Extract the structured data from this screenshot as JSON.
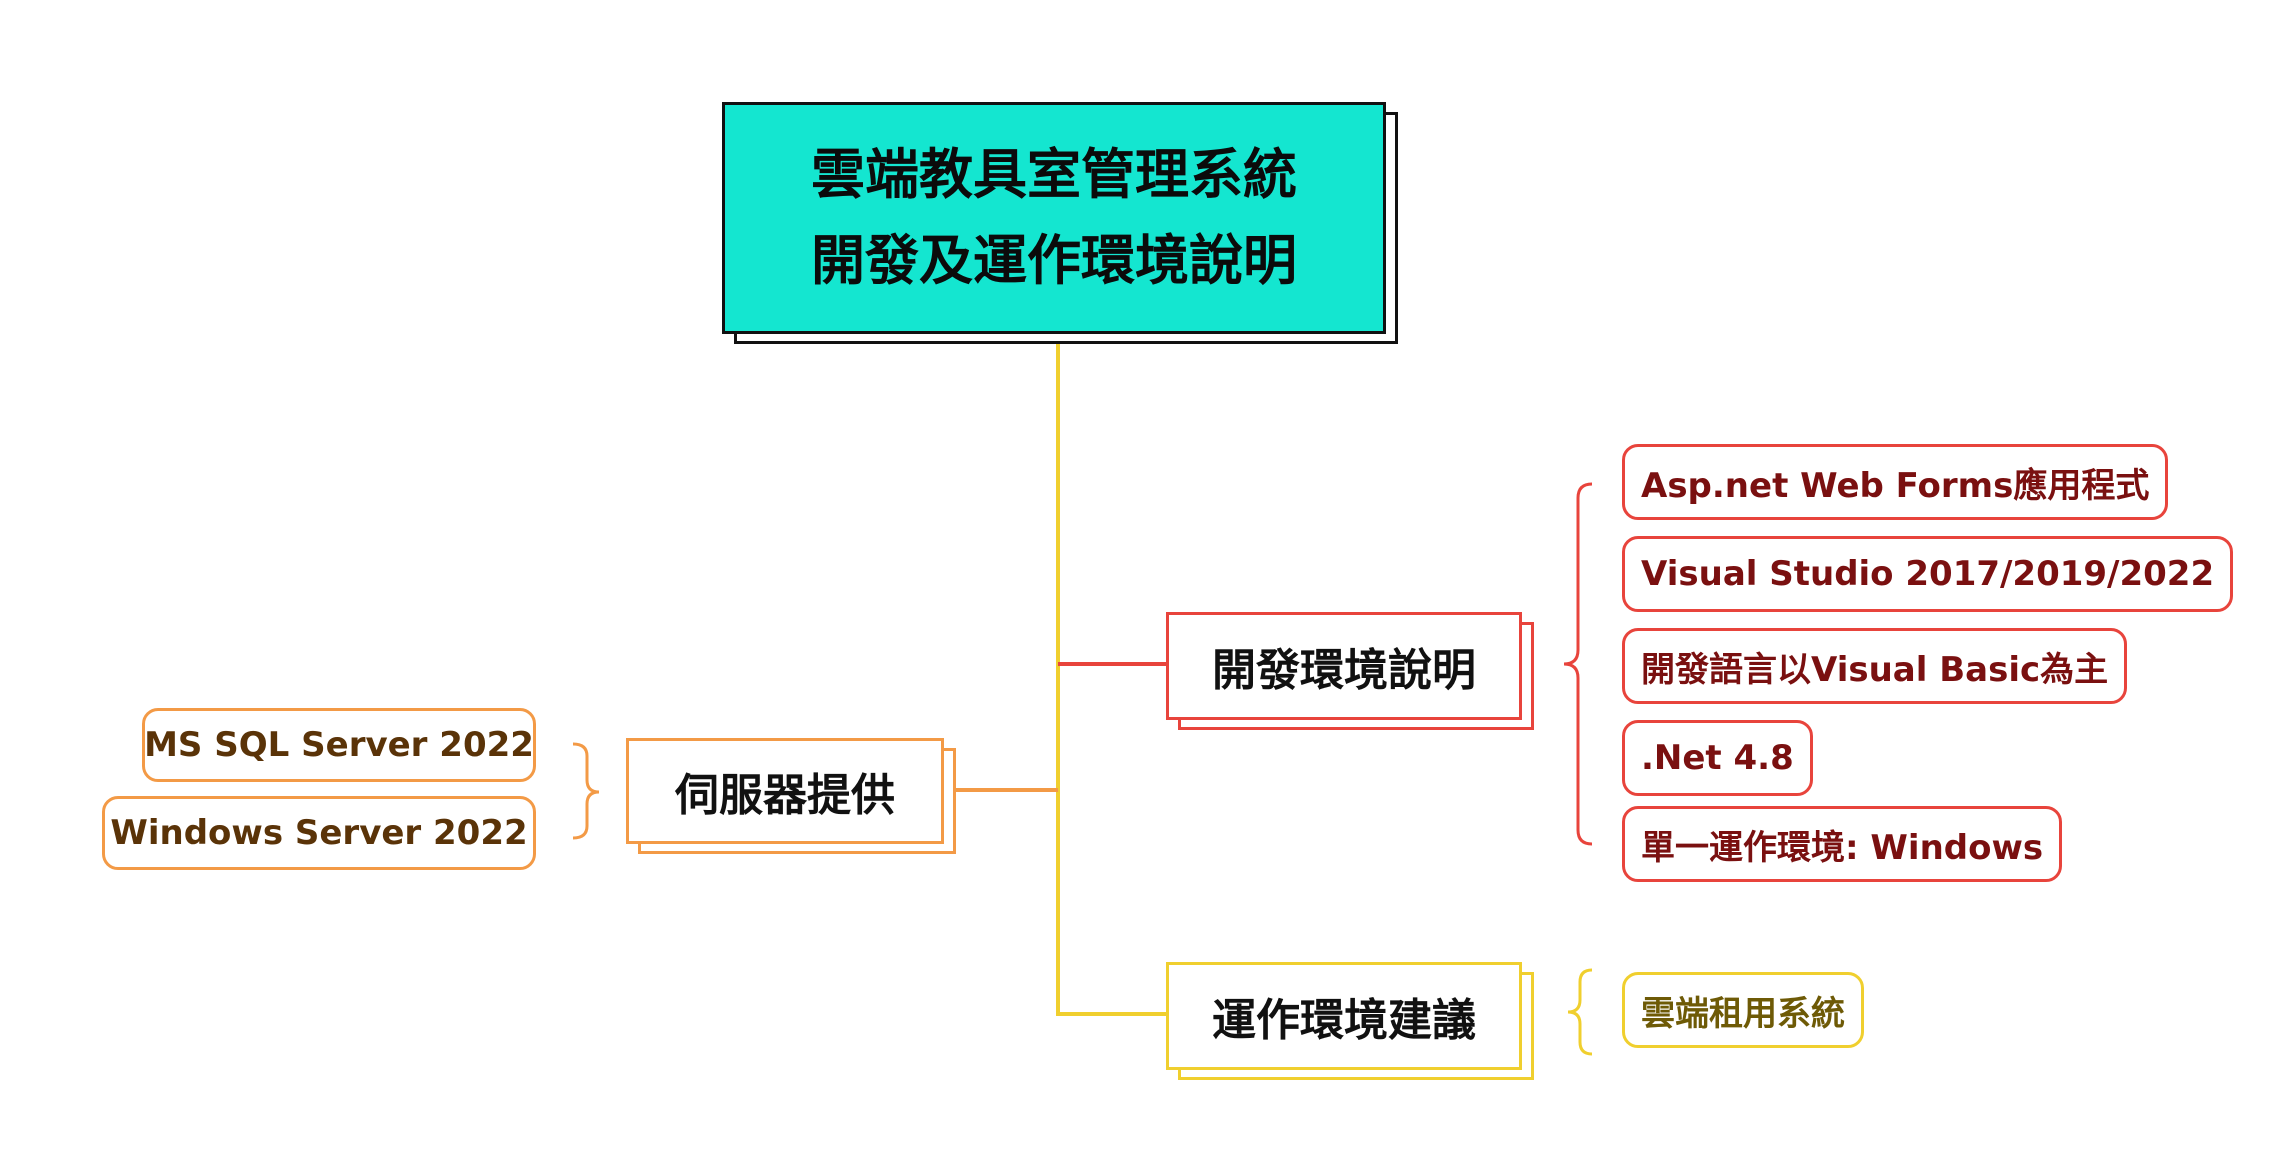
{
  "root": {
    "line1": "雲端教具室管理系統",
    "line2": "開發及運作環境說明"
  },
  "branches": {
    "development": {
      "label": "開發環境說明",
      "items": [
        "Asp.net Web Forms應用程式",
        "Visual Studio 2017/2019/2022",
        "開發語言以Visual Basic為主",
        ".Net 4.8",
        "單一運作環境: Windows"
      ]
    },
    "server": {
      "label": "伺服器提供",
      "items": [
        "MS SQL Server 2022",
        "Windows Server 2022"
      ]
    },
    "operation": {
      "label": "運作環境建議",
      "items": [
        "雲端租用系統"
      ]
    }
  },
  "colors": {
    "root_fill": "#14e6d0",
    "trunk": "#f0cf2e",
    "development": "#e8443c",
    "server": "#f39a46",
    "operation": "#f0cf2e"
  }
}
